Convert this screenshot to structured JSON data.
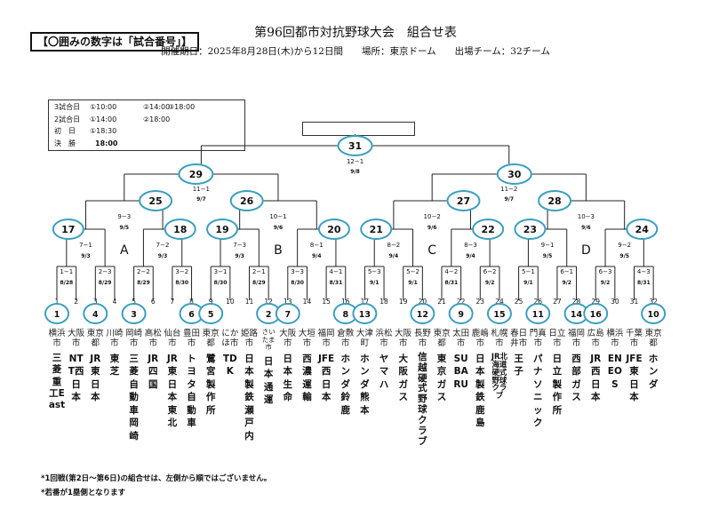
{
  "legend": "【〇囲みの数字は「試合番号」】",
  "title": "第96回都市対抗野球大会　組合せ表",
  "subtitle": "開催期日：2025年8月28日(木)から12日間　　場所：東京ドーム　　出場チーム：32チーム",
  "schedule": [
    {
      "label": "3試合日",
      "times": [
        "①10:00",
        "②14:00",
        "③18:00"
      ]
    },
    {
      "label": "2試合日",
      "times": [
        "①14:00",
        "②18:00"
      ]
    },
    {
      "label": "初　日",
      "times": [
        "①18:30"
      ]
    },
    {
      "label": "決　勝",
      "times": [
        "18:00"
      ]
    }
  ],
  "blocks": [
    "A",
    "B",
    "C",
    "D"
  ],
  "teams": [
    {
      "slot": "1",
      "seed": "1",
      "city": "横浜市",
      "name": "三菱重工East"
    },
    {
      "slot": "2",
      "seed": "",
      "city": "大阪市",
      "name": "NTT西日本"
    },
    {
      "slot": "3",
      "seed": "4",
      "city": "東京都",
      "name": "JR東日本"
    },
    {
      "slot": "4",
      "seed": "",
      "city": "川崎市",
      "name": "東芝"
    },
    {
      "slot": "5",
      "seed": "3",
      "city": "岡崎市",
      "name": "三菱自動車岡崎"
    },
    {
      "slot": "6",
      "seed": "",
      "city": "高松市",
      "name": "JR四国"
    },
    {
      "slot": "7",
      "seed": "",
      "city": "仙台市",
      "name": "JR東日本東北"
    },
    {
      "slot": "8",
      "seed": "6",
      "city": "豊田市",
      "name": "トヨタ自動車"
    },
    {
      "slot": "9",
      "seed": "5",
      "city": "東京都",
      "name": "鷺宮製作所"
    },
    {
      "slot": "10",
      "seed": "",
      "city": "にかほ市",
      "name": "TDK"
    },
    {
      "slot": "11",
      "seed": "",
      "city": "姫路市",
      "name": "日本製鉄瀬戸内"
    },
    {
      "slot": "12",
      "seed": "2",
      "city": "さいたま市",
      "name": "日本通運"
    },
    {
      "slot": "13",
      "seed": "7",
      "city": "大阪市",
      "name": "日本生命"
    },
    {
      "slot": "14",
      "seed": "",
      "city": "大垣市",
      "name": "西濃運輸"
    },
    {
      "slot": "15",
      "seed": "",
      "city": "福岡市",
      "name": "JFE西日本"
    },
    {
      "slot": "16",
      "seed": "8",
      "city": "倉敷市",
      "name": "ホンダ鈴鹿"
    },
    {
      "slot": "17",
      "seed": "13",
      "city": "大津町",
      "name": "ホンダ熊本"
    },
    {
      "slot": "18",
      "seed": "",
      "city": "浜松市",
      "name": "ヤマハ"
    },
    {
      "slot": "19",
      "seed": "",
      "city": "大阪市",
      "name": "大阪ガス"
    },
    {
      "slot": "20",
      "seed": "12",
      "city": "長野市",
      "name": "信越硬式野球クラブ"
    },
    {
      "slot": "21",
      "seed": "",
      "city": "東京都",
      "name": "東京ガス"
    },
    {
      "slot": "22",
      "seed": "9",
      "city": "太田市",
      "name": "SUBARU"
    },
    {
      "slot": "23",
      "seed": "",
      "city": "鹿嶋市",
      "name": "日本製鉄鹿島"
    },
    {
      "slot": "24",
      "seed": "15",
      "city": "札幌市",
      "name": "JR北海道硬式野球クラブ"
    },
    {
      "slot": "25",
      "seed": "",
      "city": "春日井市",
      "name": "王子"
    },
    {
      "slot": "26",
      "seed": "11",
      "city": "門真市",
      "name": "パナソニック"
    },
    {
      "slot": "27",
      "seed": "",
      "city": "日立市",
      "name": "日立製作所"
    },
    {
      "slot": "28",
      "seed": "14",
      "city": "福岡市",
      "name": "西部ガス"
    },
    {
      "slot": "29",
      "seed": "16",
      "city": "広島市",
      "name": "JR西日本"
    },
    {
      "slot": "30",
      "seed": "",
      "city": "横浜市",
      "name": "ENEOS"
    },
    {
      "slot": "31",
      "seed": "",
      "city": "千葉市",
      "name": "JFE東日本"
    },
    {
      "slot": "32",
      "seed": "10",
      "city": "東京都",
      "name": "ホンダ"
    }
  ],
  "r1": [
    {
      "label": "1−1",
      "date": "8/28"
    },
    {
      "label": "2−3",
      "date": "8/29"
    },
    {
      "label": "2−2",
      "date": "8/29"
    },
    {
      "label": "3−2",
      "date": "8/30"
    },
    {
      "label": "3−1",
      "date": "8/30"
    },
    {
      "label": "2−1",
      "date": "8/29"
    },
    {
      "label": "3−3",
      "date": "8/30"
    },
    {
      "label": "4−1",
      "date": "8/31"
    },
    {
      "label": "5−3",
      "date": "9/1"
    },
    {
      "label": "5−2",
      "date": "9/1"
    },
    {
      "label": "4−2",
      "date": "8/31"
    },
    {
      "label": "6−2",
      "date": "9/2"
    },
    {
      "label": "5−1",
      "date": "9/1"
    },
    {
      "label": "6−1",
      "date": "9/2"
    },
    {
      "label": "6−3",
      "date": "9/2"
    },
    {
      "label": "4−3",
      "date": "8/31"
    }
  ],
  "r2": [
    {
      "num": "17",
      "label": "7−1",
      "date": "9/3"
    },
    {
      "num": "18",
      "label": "7−2",
      "date": "9/3"
    },
    {
      "num": "19",
      "label": "7−3",
      "date": "9/3"
    },
    {
      "num": "20",
      "label": "8−1",
      "date": "9/4"
    },
    {
      "num": "21",
      "label": "8−2",
      "date": "9/4"
    },
    {
      "num": "22",
      "label": "8−3",
      "date": "9/4"
    },
    {
      "num": "23",
      "label": "9−1",
      "date": "9/5"
    },
    {
      "num": "24",
      "label": "9−2",
      "date": "9/5"
    }
  ],
  "r3": [
    {
      "num": "25",
      "label": "9−3",
      "date": "9/5"
    },
    {
      "num": "26",
      "label": "10−1",
      "date": "9/6"
    },
    {
      "num": "27",
      "label": "10−2",
      "date": "9/6"
    },
    {
      "num": "28",
      "label": "10−3",
      "date": "9/6"
    }
  ],
  "r4": [
    {
      "num": "29",
      "label": "11−1",
      "date": "9/7"
    },
    {
      "num": "30",
      "label": "11−2",
      "date": "9/7"
    }
  ],
  "final": {
    "num": "31",
    "label": "12−1",
    "date": "9/8"
  },
  "footnotes": [
    "*1回戦(第2日〜第6日)の組合せは、左側から順ではございません。",
    "*若番が1塁側となります"
  ],
  "colors": {
    "circle": "#3a9fc0",
    "line": "#222222"
  }
}
